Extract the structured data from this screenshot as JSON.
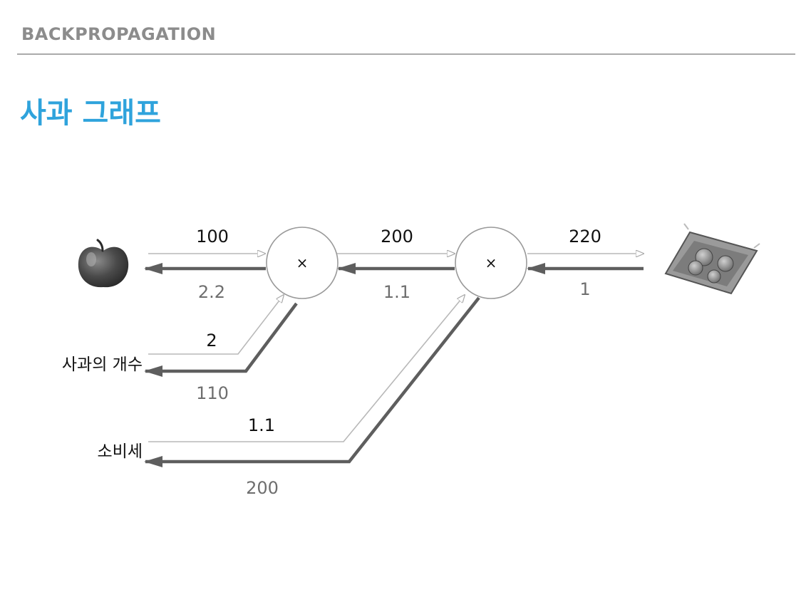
{
  "header": {
    "section_label": "BACKPROPAGATION",
    "title": "사과 그래프"
  },
  "diagram": {
    "nodes": {
      "mul1_symbol": "×",
      "mul2_symbol": "×"
    },
    "inputs": {
      "apple_count_label": "사과의 개수",
      "tax_label": "소비세"
    },
    "forward": {
      "apple_to_mul1": "100",
      "count_to_mul1": "2",
      "mul1_to_mul2": "200",
      "tax_to_mul2": "1.1",
      "mul2_to_price": "220"
    },
    "backward": {
      "price_to_mul2": "1",
      "mul2_to_mul1": "1.1",
      "mul2_to_tax": "200",
      "mul1_to_apple": "2.2",
      "mul1_to_count": "110"
    },
    "icons": [
      "apple-icon",
      "price-tray-icon"
    ],
    "colors": {
      "forward_arrow": "#b8b8b8",
      "backward_arrow": "#5e5e5e",
      "node_stroke": "#999999",
      "title_accent": "#2fa3dc"
    }
  }
}
